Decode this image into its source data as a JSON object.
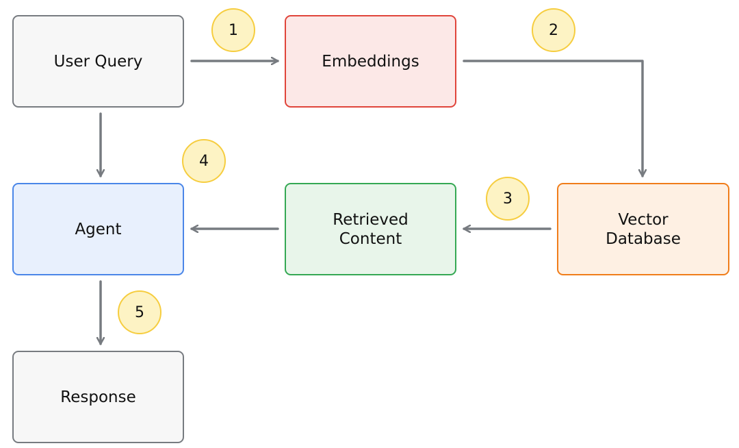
{
  "diagram": {
    "nodes": {
      "user_query": "User Query",
      "embeddings": "Embeddings",
      "agent": "Agent",
      "retrieved_content": "Retrieved\nContent",
      "vector_database": "Vector\nDatabase",
      "response": "Response"
    },
    "steps": [
      "1",
      "2",
      "3",
      "4",
      "5"
    ],
    "colors": {
      "arrow": "#777b80",
      "neutral_border": "#777b80",
      "neutral_fill": "#f7f7f7",
      "embeddings_border": "#e0443a",
      "embeddings_fill": "#fce8e7",
      "agent_border": "#4a86e8",
      "agent_fill": "#e8f0fd",
      "retrieved_border": "#34a853",
      "retrieved_fill": "#e8f5ea",
      "vector_border": "#f07d1a",
      "vector_fill": "#fef0e3",
      "badge_border": "#f6cd3f",
      "badge_fill": "#fdf3c4"
    },
    "edges": [
      {
        "from": "user_query",
        "to": "embeddings",
        "step": "1"
      },
      {
        "from": "embeddings",
        "to": "vector_database",
        "step": "2"
      },
      {
        "from": "vector_database",
        "to": "retrieved_content",
        "step": "3"
      },
      {
        "from": "retrieved_content",
        "to": "agent",
        "step": "4"
      },
      {
        "from": "user_query",
        "to": "agent"
      },
      {
        "from": "agent",
        "to": "response",
        "step": "5"
      }
    ]
  }
}
